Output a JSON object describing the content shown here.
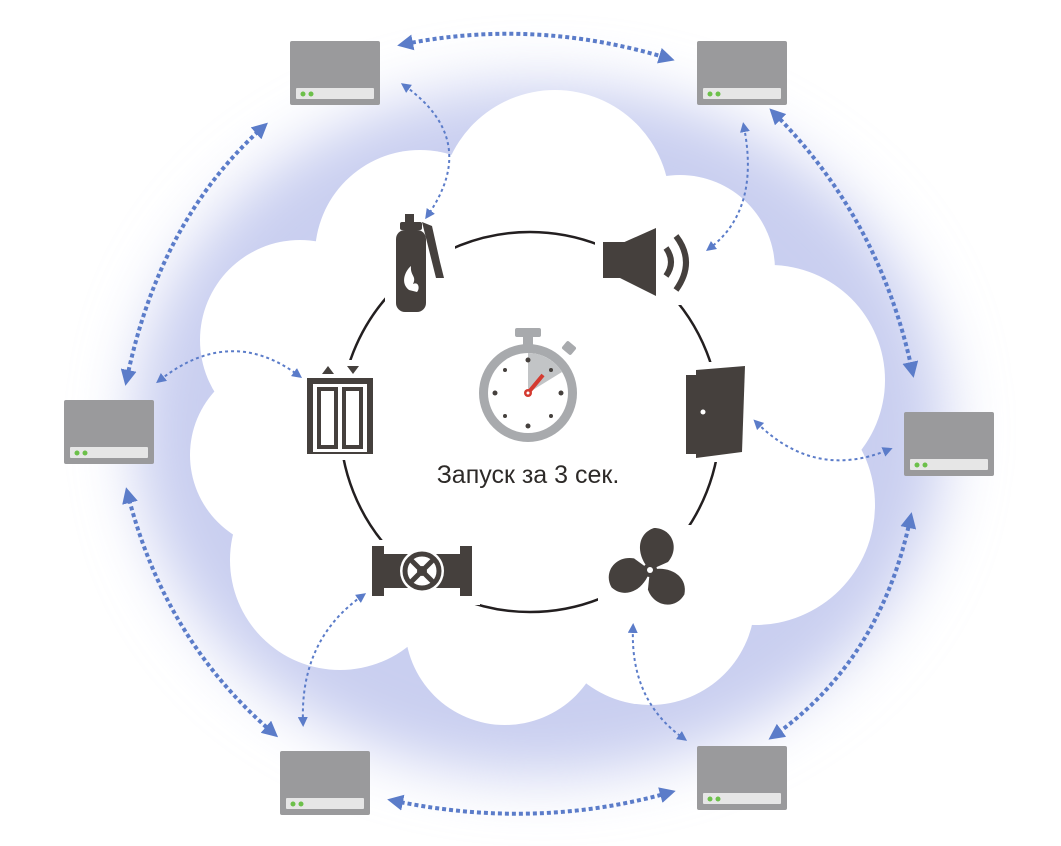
{
  "caption": "Запуск за 3 сек.",
  "colors": {
    "background": "#ffffff",
    "glow": "#c9cff0",
    "cloud": "#ffffff",
    "ring": "#231f20",
    "icon": "#45403d",
    "server_body": "#9a9a9c",
    "server_slot": "#e6e6e6",
    "server_led": "#6cc04a",
    "arrow": "#5b7cc9",
    "stopwatch_face": "#ffffff",
    "stopwatch_frame": "#a8aaad",
    "stopwatch_hand": "#d43a30"
  },
  "devices": [
    {
      "name": "fire-extinguisher-icon"
    },
    {
      "name": "speaker-icon"
    },
    {
      "name": "door-icon"
    },
    {
      "name": "fan-icon"
    },
    {
      "name": "valve-icon"
    },
    {
      "name": "elevator-icon"
    }
  ],
  "servers": [
    {
      "name": "server-top-left"
    },
    {
      "name": "server-top-right"
    },
    {
      "name": "server-right"
    },
    {
      "name": "server-bottom-right"
    },
    {
      "name": "server-bottom-left"
    },
    {
      "name": "server-left"
    }
  ]
}
